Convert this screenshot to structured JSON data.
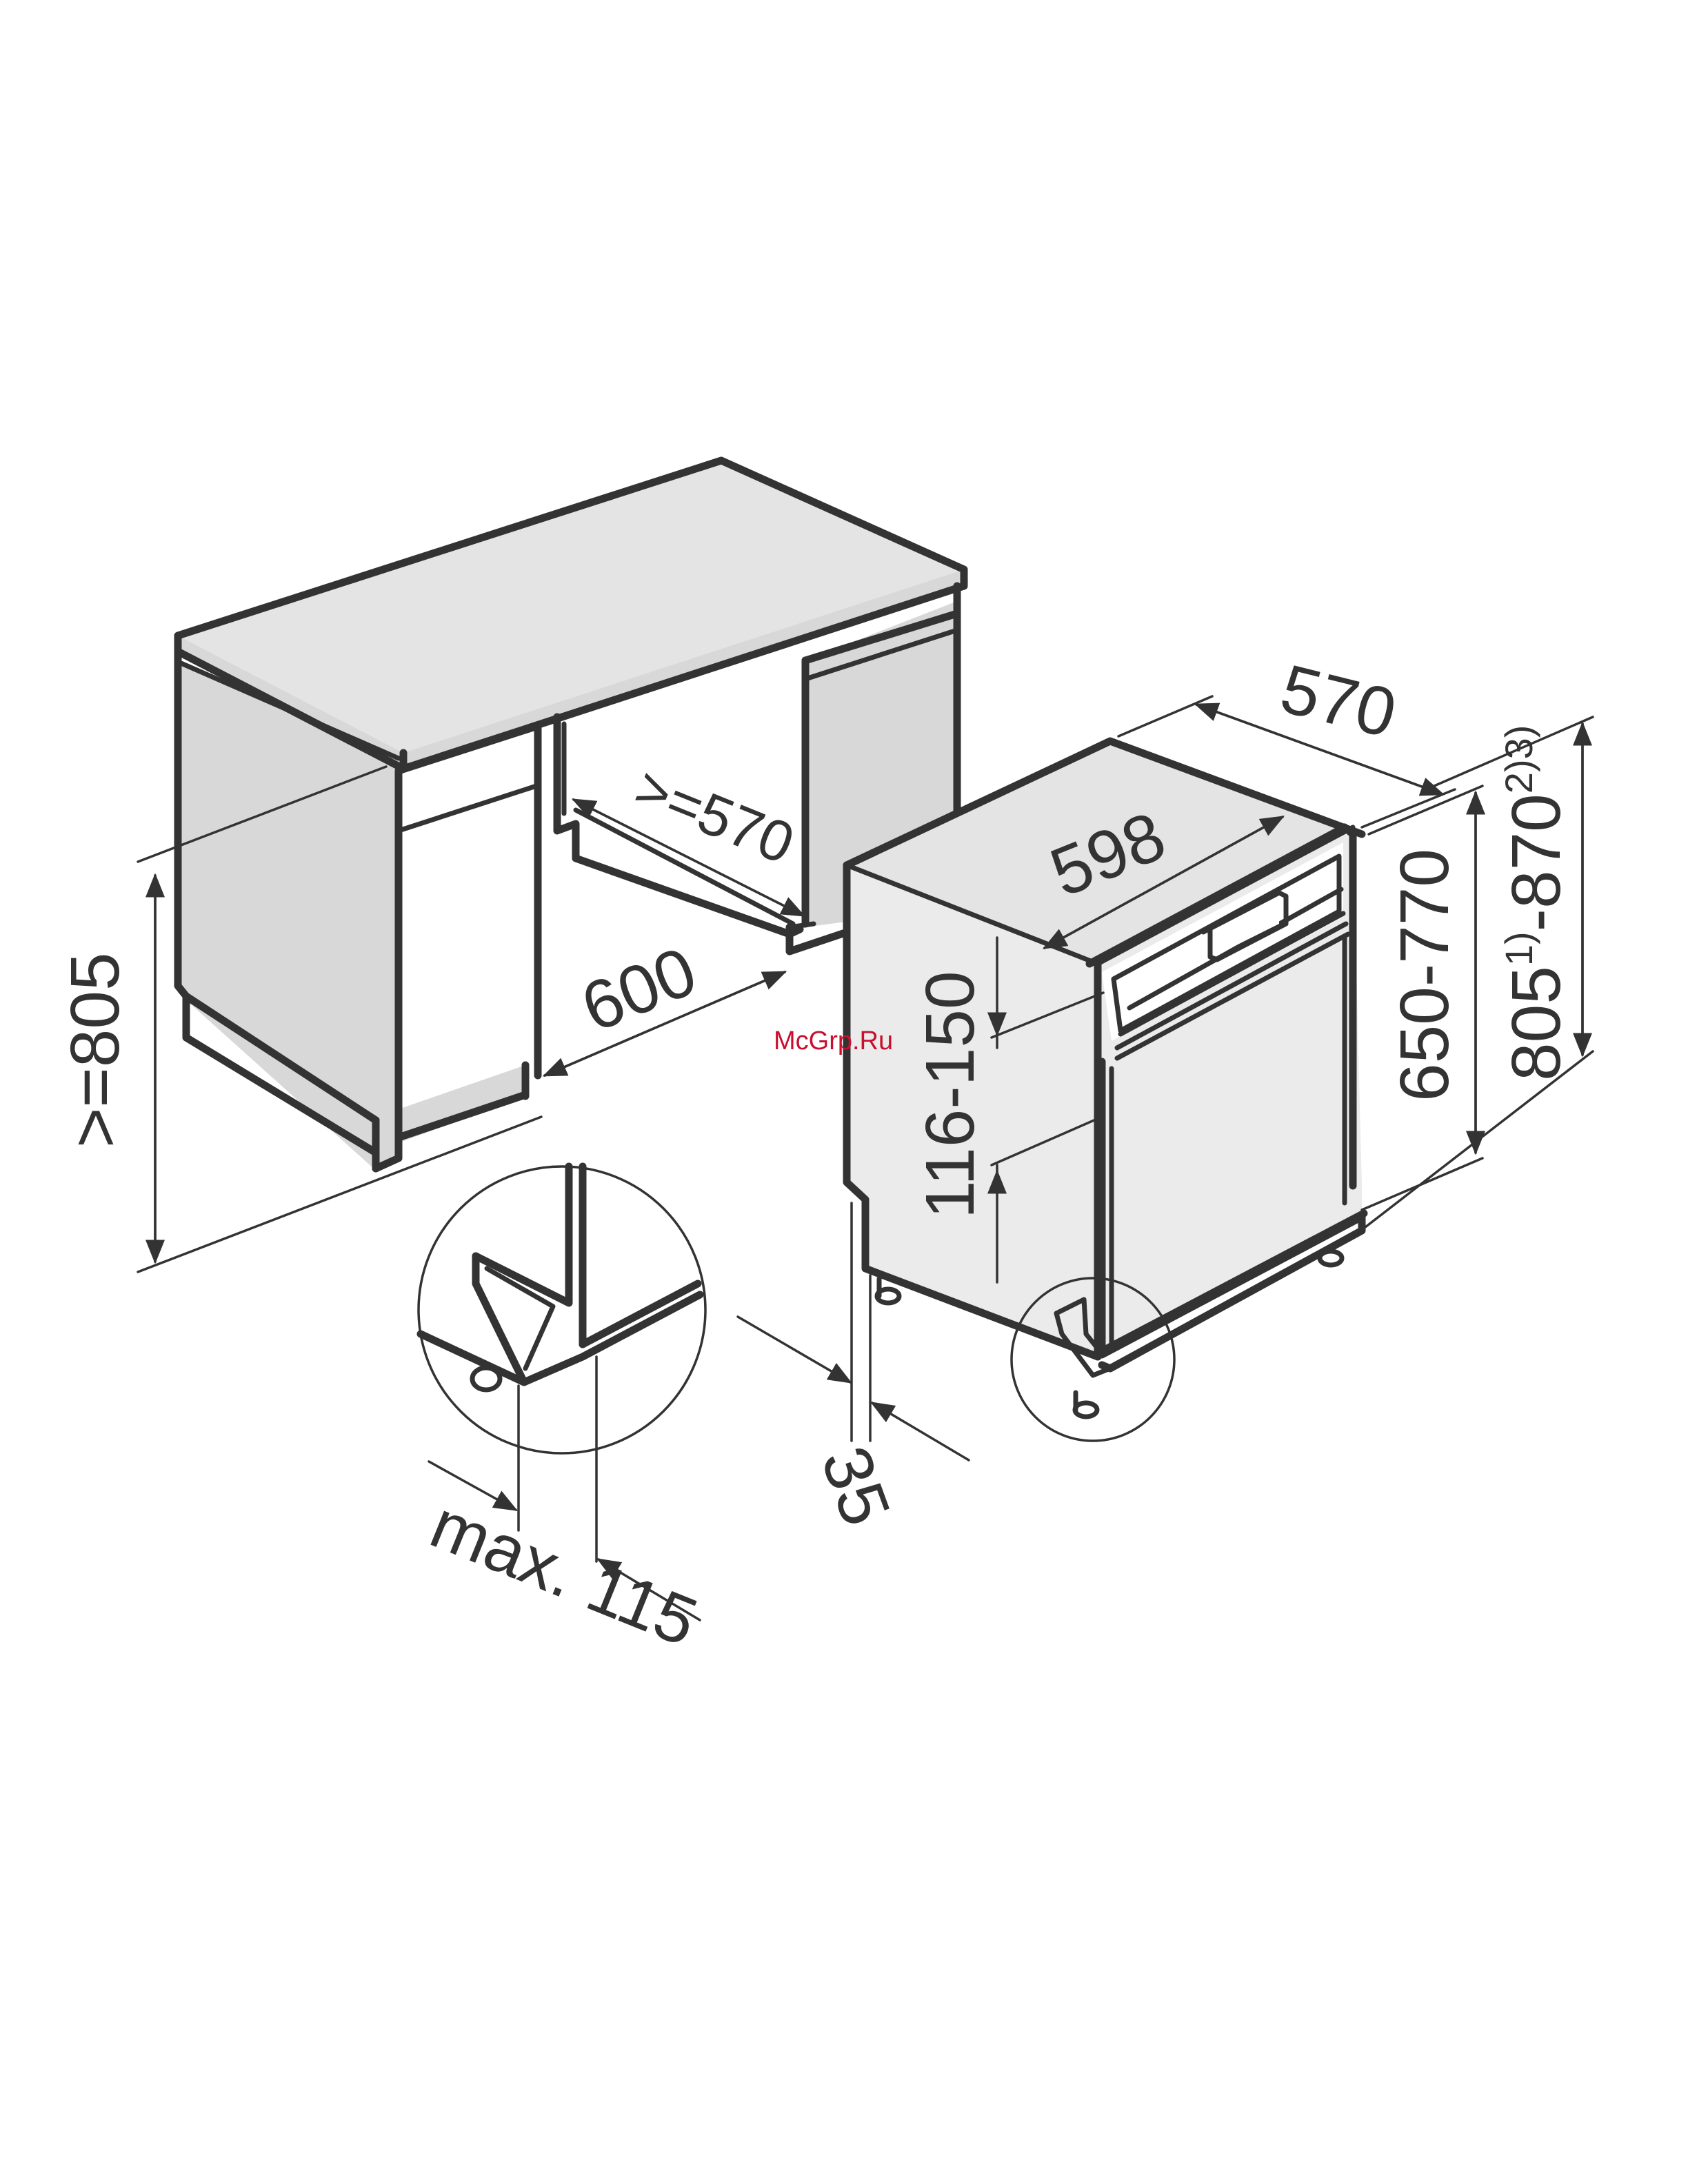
{
  "colors": {
    "line": "#333333",
    "cabinet_fill": "#d8d8d8",
    "countertop_fill": "#e4e4e4",
    "appliance_fill": "#ebebeb",
    "watermark": "#c8102e"
  },
  "watermark": "McGrp.Ru",
  "dimensions": {
    "niche_height": ">=805",
    "niche_width": "600",
    "niche_depth": ">=570",
    "appliance_depth": "570",
    "appliance_width": "598",
    "panel_height": "116-150",
    "body_height": "650-770",
    "total_height_start": "805",
    "total_height_note1": "1)",
    "total_height_mid": "-870",
    "total_height_note2": "2)3)",
    "plinth_depth": "35",
    "plinth_max": "max. 115"
  }
}
